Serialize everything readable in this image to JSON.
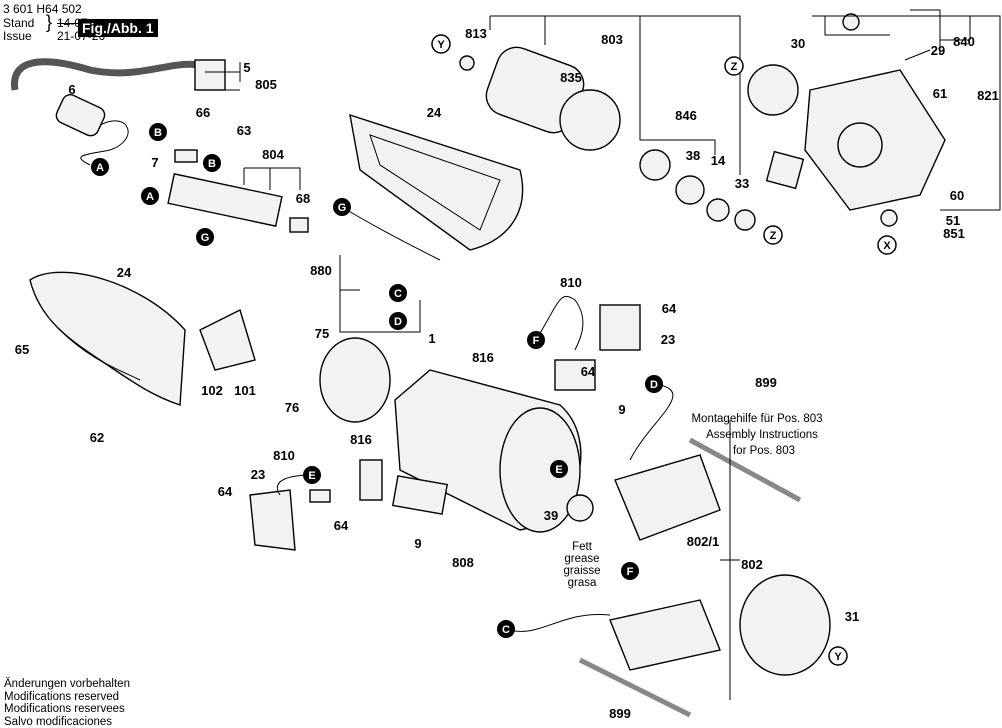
{
  "header": {
    "part_number": "3 601 H64 502",
    "stand_label": "Stand",
    "issue_label": "Issue",
    "old_date": "14-07",
    "date": "21-07-26",
    "figure": "Fig./Abb. 1"
  },
  "footer_notes": [
    "Änderungen vorbehalten",
    "Modifications reserved",
    "Modifications reservees",
    "Salvo modificaciones"
  ],
  "assembly_note": [
    "Montagehilfe für Pos. 803",
    "Assembly Instructions",
    "for Pos. 803"
  ],
  "grease_note": [
    "Fett",
    "grease",
    "graisse",
    "grasa"
  ],
  "part_labels": [
    "5",
    "805",
    "6",
    "66",
    "63",
    "7",
    "804",
    "68",
    "24",
    "813",
    "803",
    "835",
    "846",
    "38",
    "14",
    "33",
    "30",
    "29",
    "840",
    "821",
    "61",
    "60",
    "51",
    "851",
    "24",
    "65",
    "102",
    "101",
    "62",
    "880",
    "75",
    "1",
    "76",
    "810",
    "64",
    "23",
    "816",
    "64",
    "9",
    "899",
    "816",
    "810",
    "23",
    "64",
    "64",
    "9",
    "808",
    "39",
    "802/1",
    "802",
    "31",
    "899"
  ],
  "connector_markers": [
    "B",
    "B",
    "A",
    "A",
    "G",
    "G",
    "C",
    "D",
    "F",
    "D",
    "E",
    "E",
    "F",
    "C"
  ],
  "reference_markers": [
    "Y",
    "Z",
    "Z",
    "X",
    "Y"
  ]
}
